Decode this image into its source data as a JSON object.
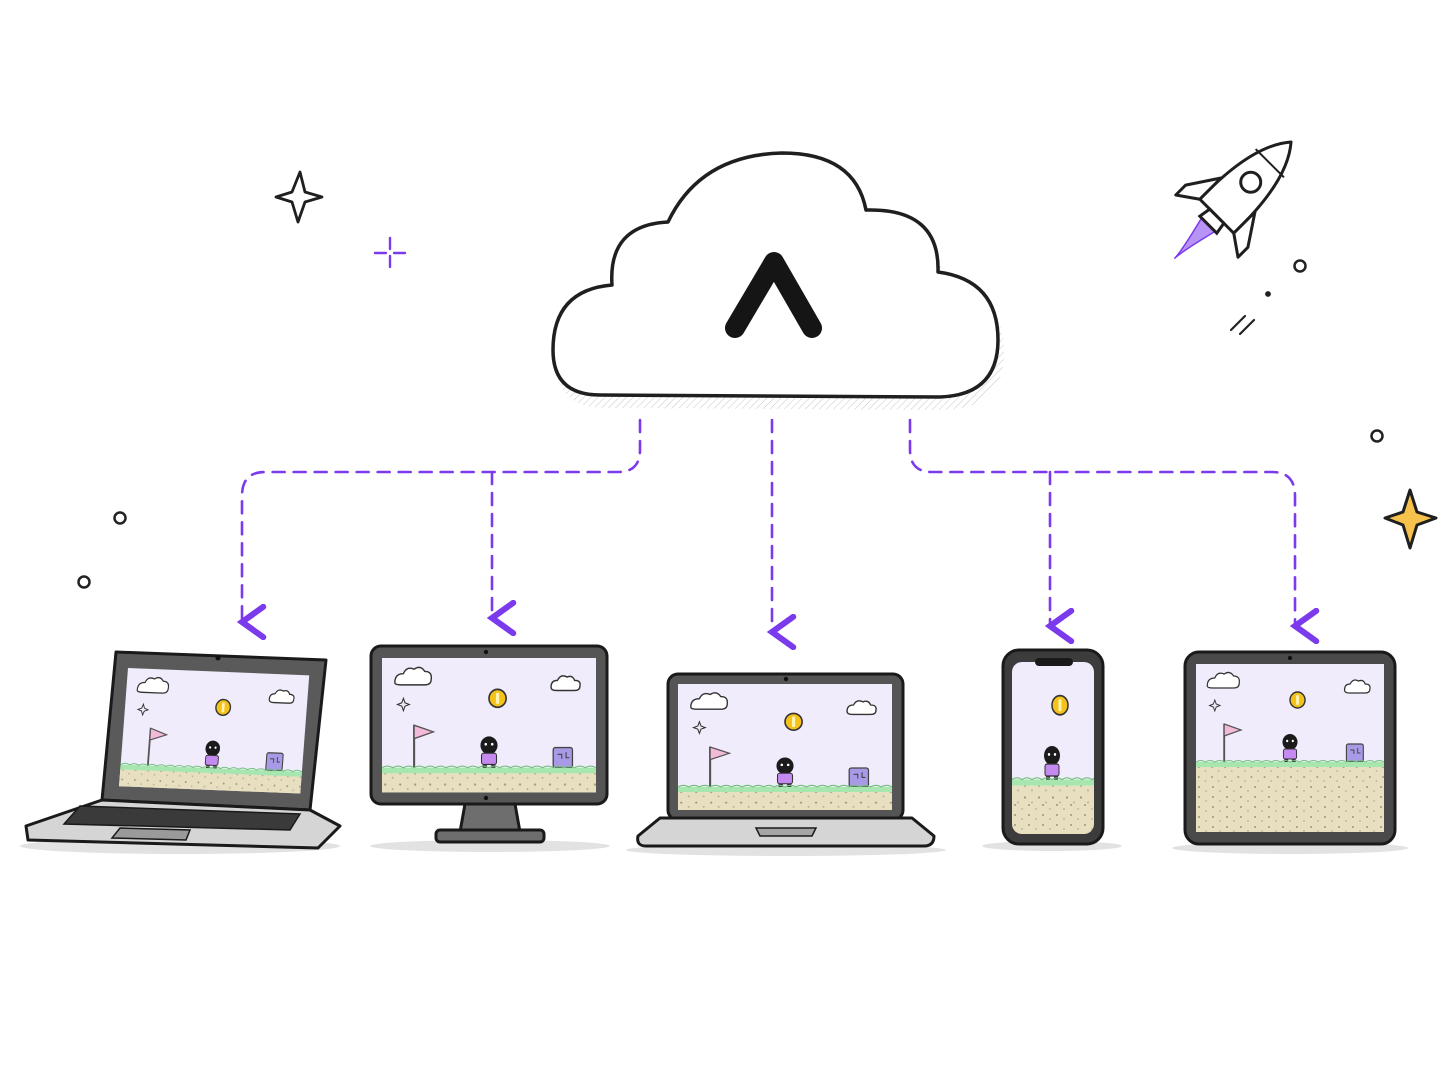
{
  "colors": {
    "accent": "#7c3aed",
    "ink": "#1f1f1f",
    "screen_bg": "#f1ecfb",
    "grass": "#a8e6b0",
    "dirt": "#e7dfbf",
    "coin": "#f5c21b",
    "character_shirt": "#c58af0",
    "flag": "#f2b9d9",
    "block": "#a99ae8",
    "star_gold": "#f6c24b"
  },
  "hub": {
    "icon": "caret-up-logo-icon"
  },
  "devices": [
    {
      "id": "laptop-angled",
      "type": "laptop",
      "scene": "platformer-game"
    },
    {
      "id": "desktop-monitor",
      "type": "monitor",
      "scene": "platformer-game"
    },
    {
      "id": "laptop-front",
      "type": "laptop",
      "scene": "platformer-game"
    },
    {
      "id": "smartphone",
      "type": "phone",
      "scene": "platformer-game"
    },
    {
      "id": "tablet",
      "type": "tablet",
      "scene": "platformer-game"
    }
  ],
  "decorations": [
    "sparkle-icon",
    "plus-sparkle-icon",
    "rocket-icon",
    "circle-dot-icon",
    "gold-star-icon"
  ]
}
